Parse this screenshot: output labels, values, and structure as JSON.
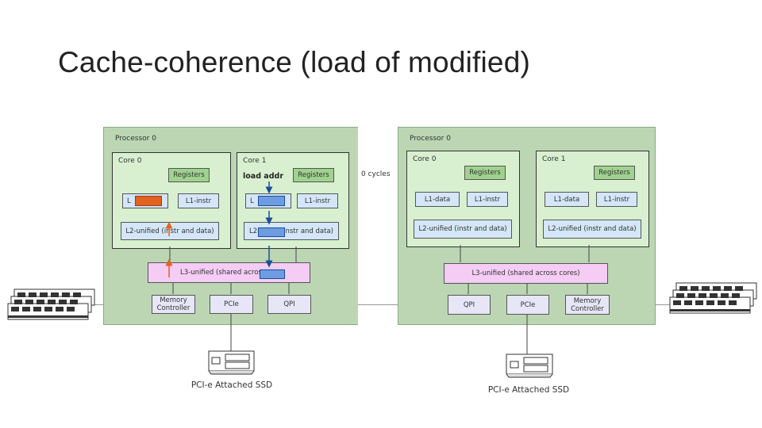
{
  "title": "Cache-coherence (load of modified)",
  "left_processor": {
    "label": "Processor 0",
    "core0": {
      "label": "Core 0",
      "registers": "Registers",
      "l1_data": "L",
      "l1_instr": "L1-instr",
      "l2": "L2-unified (instr and data)"
    },
    "core1": {
      "label": "Core 1",
      "load_text": "load addr",
      "registers": "Registers",
      "l1_data": "L",
      "l1_instr": "L1-instr",
      "l2_left": "L2-",
      "l2_right": "instr and data)"
    },
    "l3": "L3-unified (shared across",
    "mem_ctrl": "Memory Controller",
    "pcie": "PCIe",
    "qpi": "QPI"
  },
  "cycles_note": "0 cycles",
  "right_processor": {
    "label": "Processor 0",
    "core0": {
      "label": "Core 0",
      "registers": "Registers",
      "l1_data": "L1-data",
      "l1_instr": "L1-instr",
      "l2": "L2-unified (instr and data)"
    },
    "core1": {
      "label": "Core 1",
      "registers": "Registers",
      "l1_data": "L1-data",
      "l1_instr": "L1-instr",
      "l2": "L2-unified (instr and data)"
    },
    "l3": "L3-unified (shared across cores)",
    "qpi": "QPI",
    "pcie": "PCIe",
    "mem_ctrl": "Memory Controller"
  },
  "ssd_left": "PCI-e Attached SSD",
  "ssd_right": "PCI-e Attached SSD",
  "colors": {
    "processor": "#bcd6b4",
    "core": "#d9f0d0",
    "registers": "#9fd28e",
    "cache": "#d4e6f7",
    "l3": "#f4ccf4",
    "modified_line": "#e2621f",
    "loaded_line": "#6d9de0"
  }
}
